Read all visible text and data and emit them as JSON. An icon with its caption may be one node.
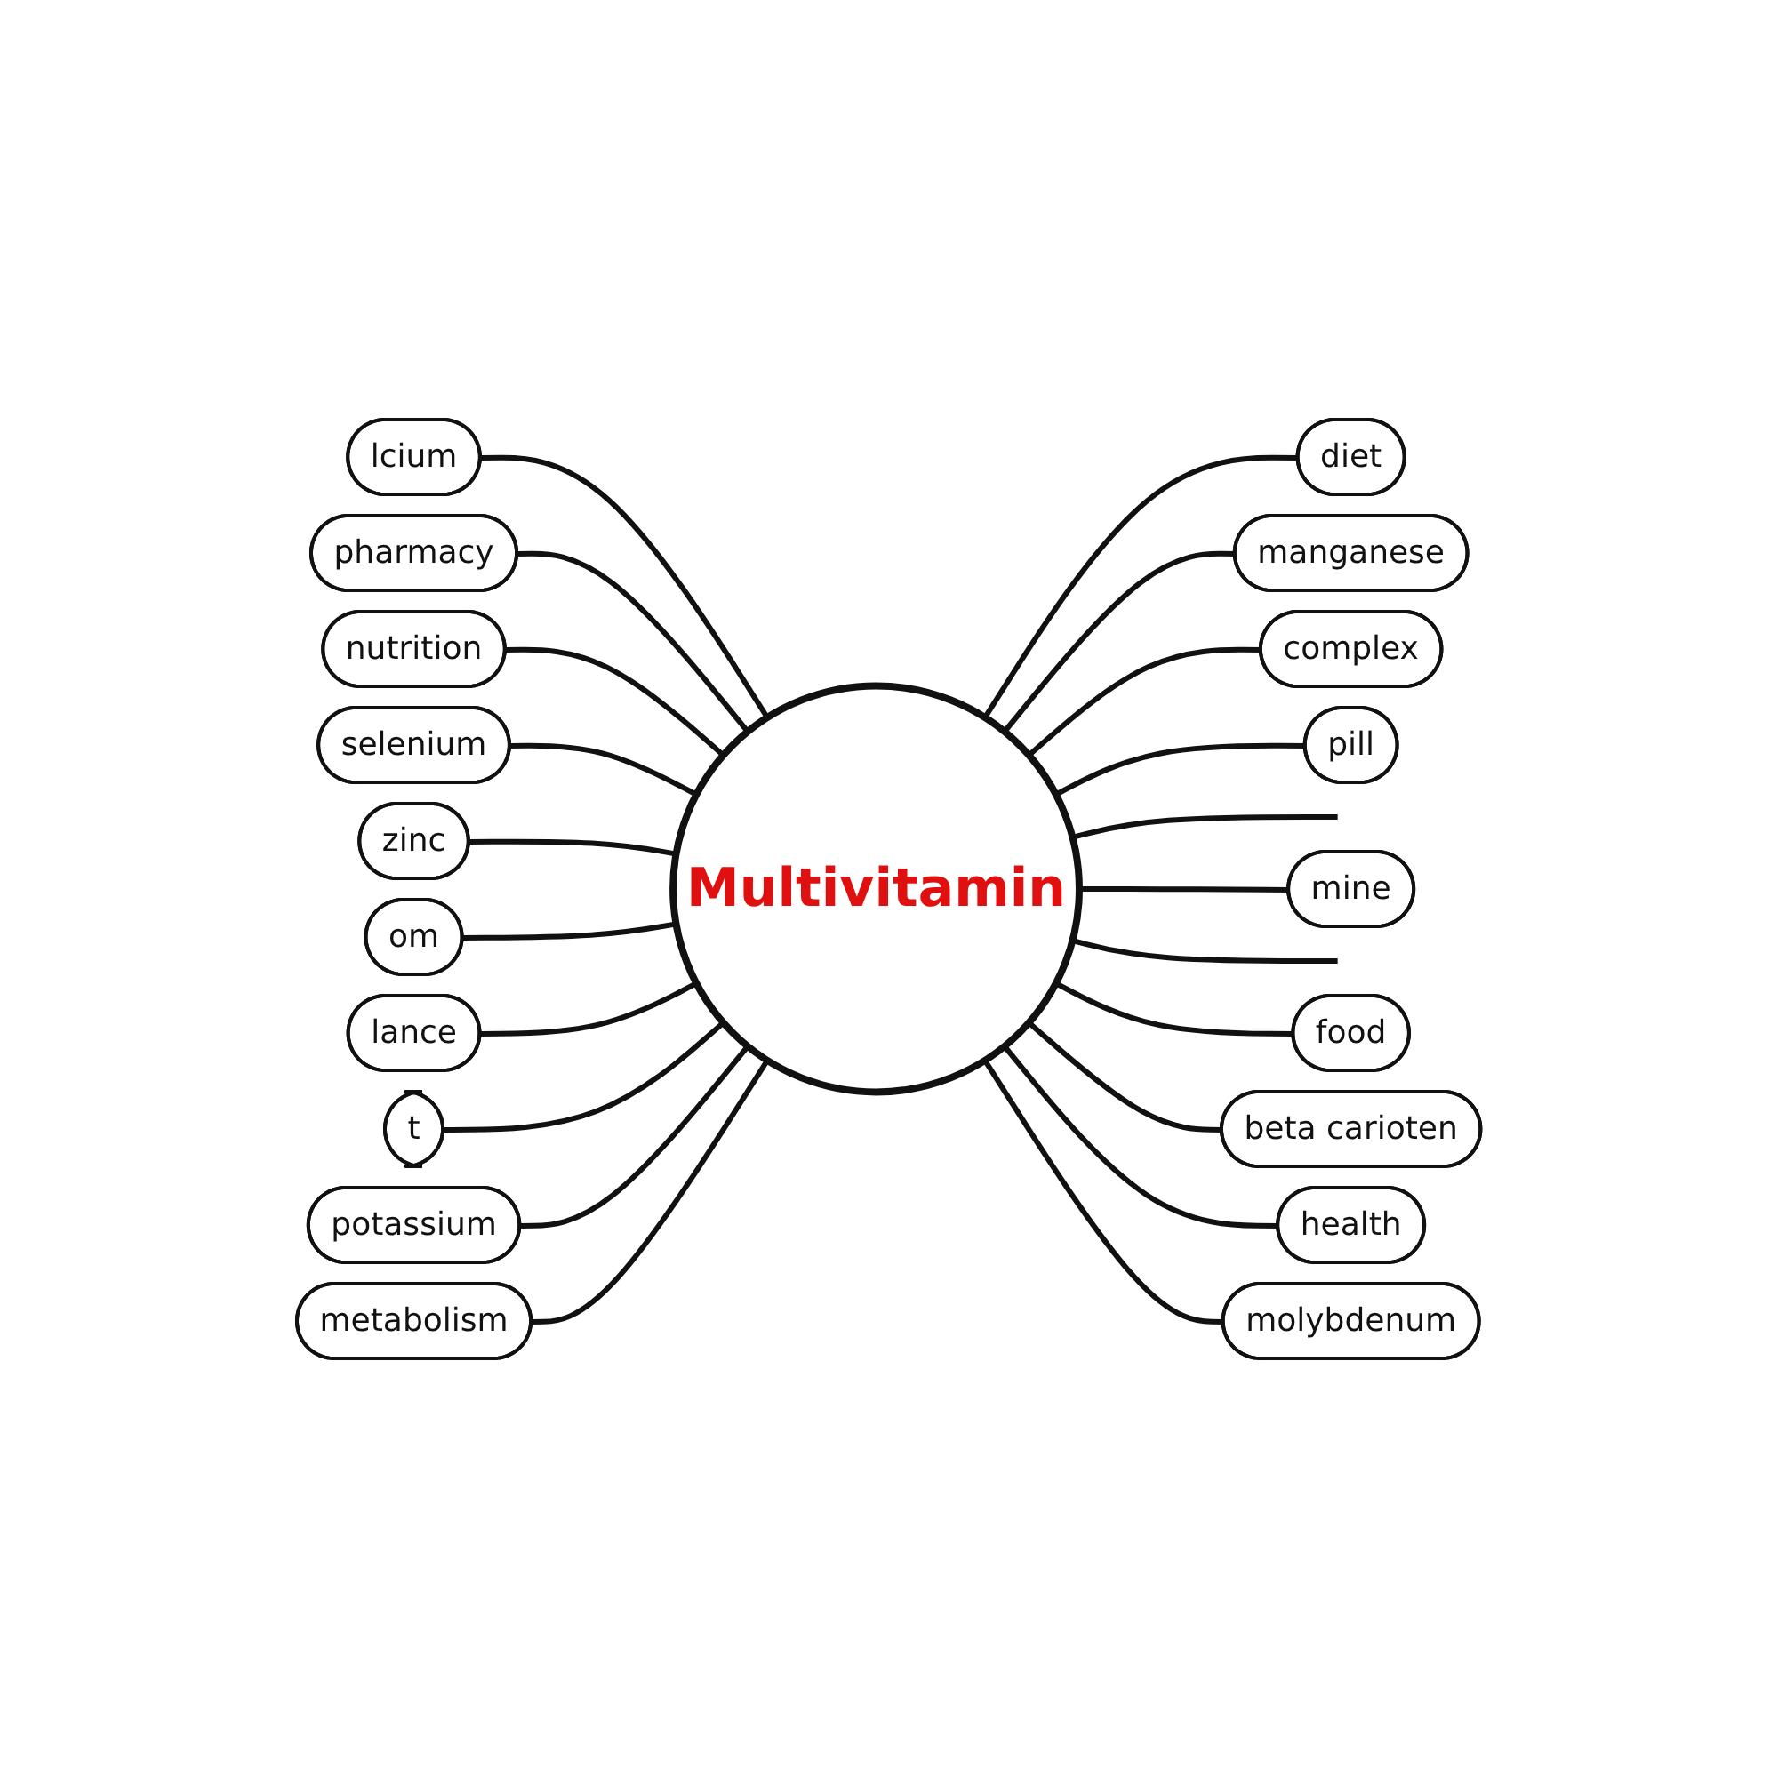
{
  "diagram": {
    "nodes": [
      {
        "text": [
          "Multivitamin"
        ]
      },
      {
        "text": [
          "nutrition"
        ]
      },
      {
        "text": [
          "diet"
        ]
      },
      {
        "text": [
          "manganese"
        ]
      },
      {
        "text": [
          "pharmacy"
        ]
      },
      {
        "text": [
          "selenium"
        ]
      },
      {
        "text": [
          "lcium"
        ]
      },
      {
        "text": [
          "complex"
        ]
      },
      {
        "text": [
          "zinc"
        ]
      },
      {
        "text": [
          "om"
        ]
      },
      {
        "text": [
          "pill"
        ]
      },
      {
        "text": [
          "lance"
        ]
      },
      {
        "text": [
          "mine"
        ]
      },
      {
        "text": [
          "food"
        ]
      },
      {
        "text": [
          "health"
        ]
      },
      {
        "text": [
          "beta carioten"
        ]
      },
      {
        "text": [
          "t"
        ]
      },
      {
        "text": [
          "potassium"
        ]
      },
      {
        "text": [
          "metabolism"
        ]
      },
      {
        "text": [
          "molybdenum"
        ]
      }
    ],
    "edges": [
      {
        "from": 6,
        "to": 0,
        "arrow": "none"
      },
      {
        "from": 4,
        "to": 0,
        "arrow": "none"
      },
      {
        "from": 1,
        "to": 0,
        "arrow": "none"
      },
      {
        "from": 5,
        "to": 0,
        "arrow": "none"
      },
      {
        "from": 0,
        "to": 2,
        "arrow": "none"
      },
      {
        "from": 0,
        "to": 3,
        "arrow": "none"
      },
      {
        "from": 0,
        "to": 7,
        "arrow": "none"
      },
      {
        "from": 8,
        "to": 0,
        "arrow": "none"
      },
      {
        "from": 9,
        "to": 0,
        "arrow": "none"
      },
      {
        "from": 0,
        "to": 10,
        "arrow": "none"
      },
      {
        "from": 11,
        "to": 0,
        "arrow": "none"
      },
      {
        "from": 0,
        "to": null,
        "arrow": "none"
      },
      {
        "from": 0,
        "to": 12,
        "arrow": "none"
      },
      {
        "from": 0,
        "to": null,
        "arrow": "none"
      },
      {
        "from": 0,
        "to": 13,
        "arrow": "none"
      },
      {
        "from": 0,
        "to": 15,
        "arrow": "none"
      },
      {
        "from": 0,
        "to": 14,
        "arrow": "none"
      },
      {
        "from": 16,
        "to": 0,
        "arrow": "none"
      },
      {
        "from": 17,
        "to": 0,
        "arrow": "none"
      },
      {
        "from": 18,
        "to": 0,
        "arrow": "none"
      },
      {
        "from": 0,
        "to": 19,
        "arrow": "none"
      }
    ]
  }
}
